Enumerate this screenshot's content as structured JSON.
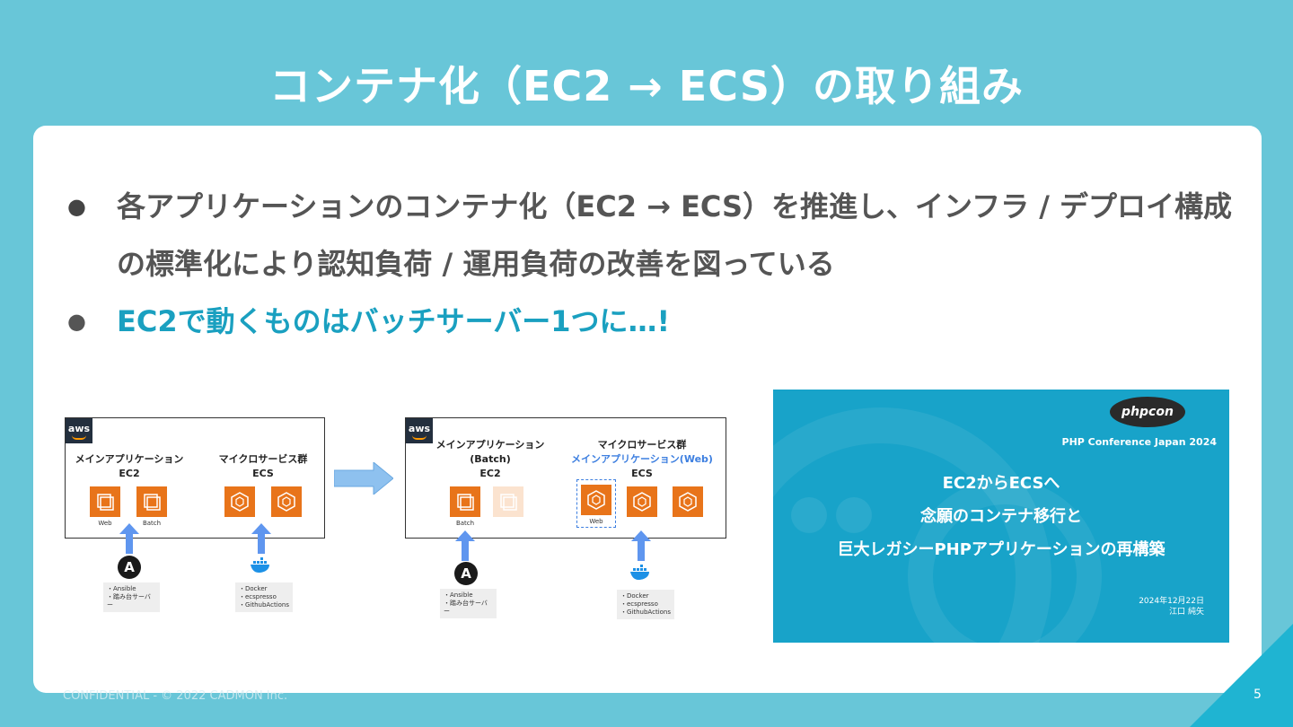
{
  "slide": {
    "title": "コンテナ化（EC2 → ECS）の取り組み",
    "bullets": [
      {
        "text": "各アプリケーションのコンテナ化（EC2 → ECS）を推進し、インフラ / デプロイ構成の標準化により認知負荷 / 運用負荷の改善を図っている"
      },
      {
        "text": "EC2で動くものはバッチサーバー1つに…!"
      }
    ],
    "footer": "CONFIDENTIAL - © 2022 CADMON Inc.",
    "page_number": "5"
  },
  "diagram": {
    "aws": "aws",
    "left": {
      "ec2_title": "メインアプリケーション",
      "ec2_sub": "EC2",
      "ecs_title": "マイクロサービス群",
      "ecs_sub": "ECS",
      "cap_web": "Web",
      "cap_batch": "Batch",
      "ansible_notes": [
        "・Ansible",
        "・踏み台サーバー"
      ],
      "docker_notes": [
        "・Docker",
        "・ecspresso",
        "・GithubActions"
      ]
    },
    "right": {
      "ec2_title": "メインアプリケーション",
      "ec2_title2": "(Batch)",
      "ec2_sub": "EC2",
      "ecs_title": "マイクロサービス群",
      "ecs_web": "メインアプリケーション(Web)",
      "ecs_sub": "ECS",
      "cap_batch": "Batch",
      "cap_web": "Web",
      "ansible_notes": [
        "・Ansible",
        "・踏み台サーバー"
      ],
      "docker_notes": [
        "・Docker",
        "・ecspresso",
        "・GithubActions"
      ]
    }
  },
  "thumbnail": {
    "logo": "phpcon",
    "conference": "PHP Conference Japan 2024",
    "title_lines": [
      "EC2からECSへ",
      "念願のコンテナ移行と",
      "巨大レガシーPHPアプリケーションの再構築"
    ],
    "date": "2024年12月22日",
    "author": "江口 純矢"
  },
  "colors": {
    "background": "#68c6d8",
    "accent": "#1aa0c0",
    "aws_orange": "#e8741a"
  }
}
